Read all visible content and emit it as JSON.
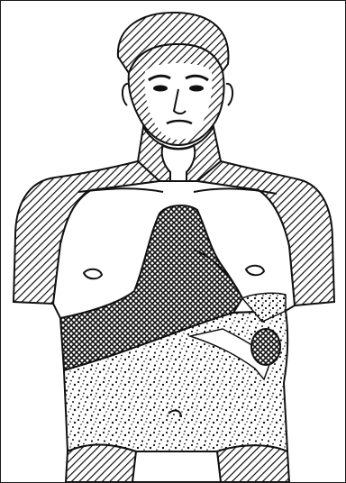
{
  "figure": {
    "subject": "anatomical-torso-illustration",
    "regions": [
      {
        "id": "head-neck-shoulders",
        "pattern": "diagonal-hatch"
      },
      {
        "id": "chest-left-upper",
        "pattern": "crosshatch"
      },
      {
        "id": "abdomen",
        "pattern": "stipple"
      }
    ]
  },
  "colors": {
    "ink": "#111111",
    "paper": "#ffffff"
  }
}
